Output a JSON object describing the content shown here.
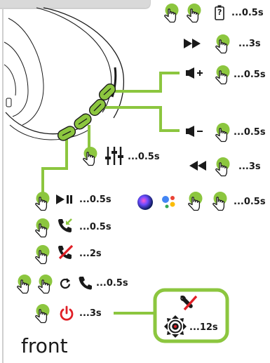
{
  "colors": {
    "accent_green": "#8cc63f",
    "frame_gray": "#cfcfcf",
    "red": "#e01f26",
    "ink": "#1a1a1a"
  },
  "footer": {
    "label": "front"
  },
  "controls": {
    "battery": {
      "icon": "battery-question-icon",
      "glyph": "?",
      "duration": "...0.5s"
    },
    "next_track": {
      "icon": "fast-forward-icon",
      "duration": "...3s"
    },
    "volume_up": {
      "icon": "volume-up-icon",
      "duration": "...0.5s"
    },
    "volume_down": {
      "icon": "volume-down-icon",
      "duration": "...0.5s"
    },
    "equalizer": {
      "icon": "equalizer-icon",
      "duration": "...0.5s"
    },
    "previous_track": {
      "icon": "rewind-icon",
      "duration": "...3s"
    },
    "voice_assistant": {
      "icon": "siri-icon",
      "icon2": "google-assistant-icon",
      "duration": "...0.5s"
    },
    "play_pause": {
      "icon": "play-pause-icon",
      "duration": "...0.5s"
    },
    "answer_call": {
      "icon": "answer-call-icon",
      "duration": "...0.5s"
    },
    "reject_call": {
      "icon": "reject-call-icon",
      "duration": "...2s"
    },
    "redial": {
      "icon": "redial-icon",
      "duration": "...0.5s"
    },
    "power": {
      "icon": "power-icon",
      "duration": "...3s"
    },
    "reset": {
      "icon": "reset-icon",
      "icon2": "factory-reset-icon",
      "duration": "...12s"
    }
  }
}
